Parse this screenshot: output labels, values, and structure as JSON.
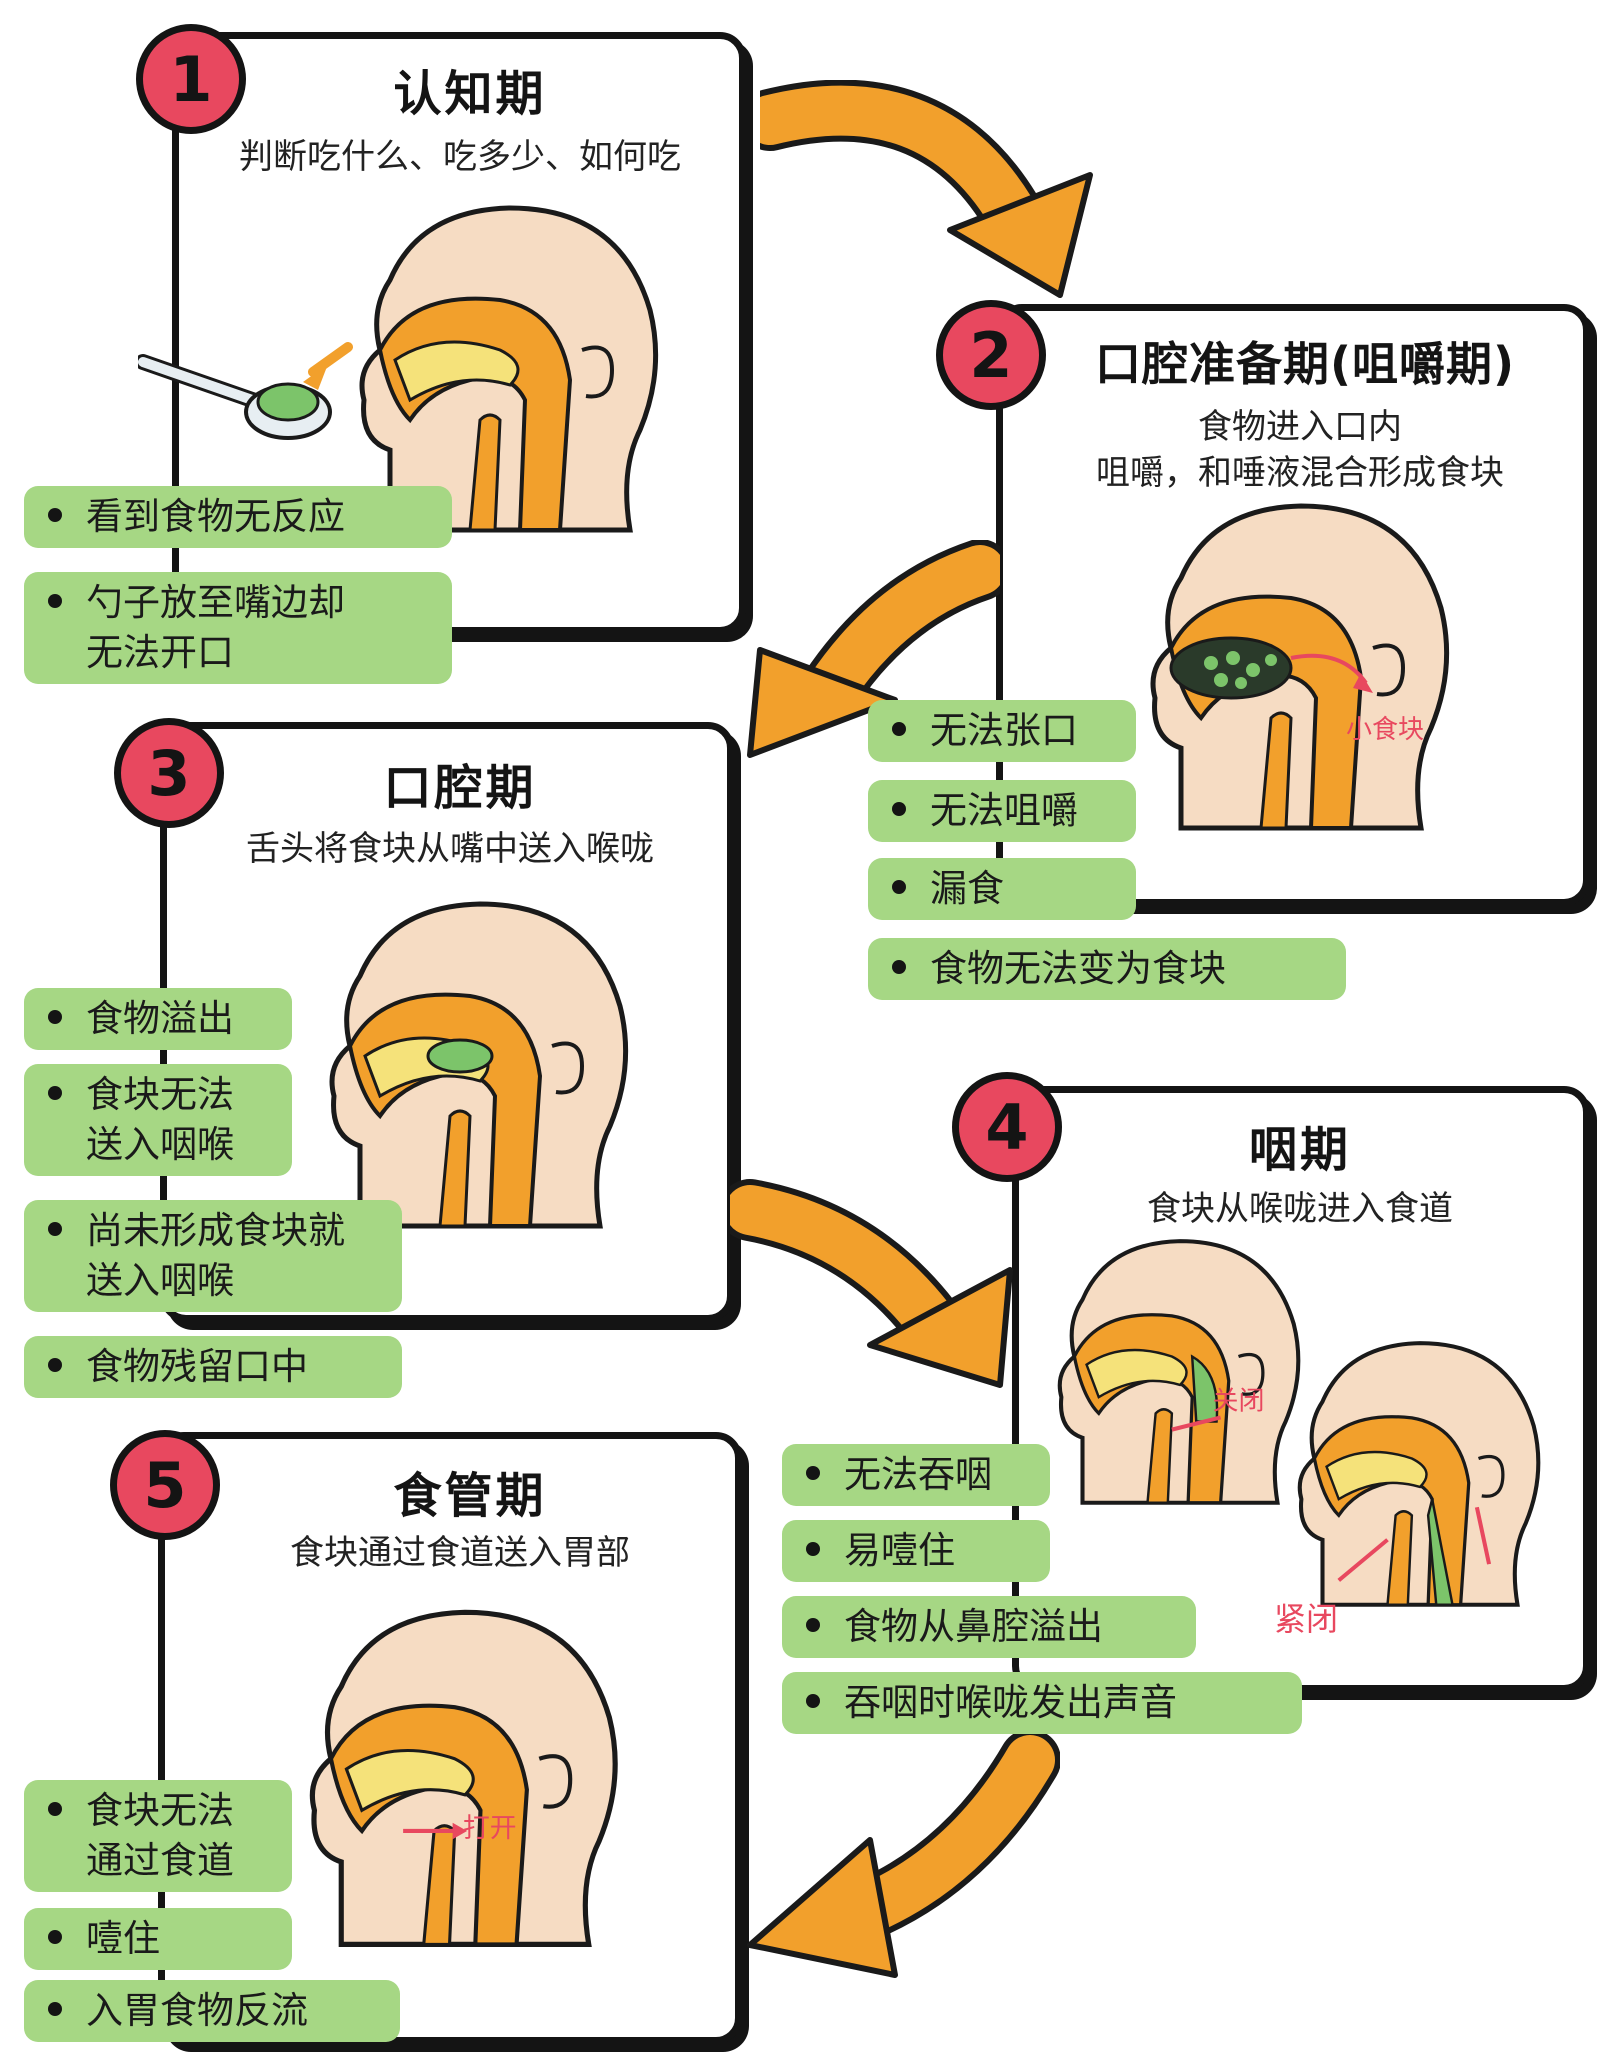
{
  "stages": [
    {
      "number": "1",
      "title": "认知期",
      "subtitle": "判断吃什么、吃多少、如何吃",
      "tags": [
        "看到食物无反应",
        "勺子放至嘴边却\n无法开口"
      ]
    },
    {
      "number": "2",
      "title": "口腔准备期(咀嚼期)",
      "subtitle": "食物进入口内\n咀嚼，和唾液混合形成食块",
      "note": "小食块",
      "tags": [
        "无法张口",
        "无法咀嚼",
        "漏食",
        "食物无法变为食块"
      ]
    },
    {
      "number": "3",
      "title": "口腔期",
      "subtitle": "舌头将食块从嘴中送入喉咙",
      "tags": [
        "食物溢出",
        "食块无法\n送入咽喉",
        "尚未形成食块就\n送入咽喉",
        "食物残留口中"
      ]
    },
    {
      "number": "4",
      "title": "咽期",
      "subtitle": "食块从喉咙进入食道",
      "notes": [
        "关闭",
        "紧闭"
      ],
      "tags": [
        "无法吞咽",
        "易噎住",
        "食物从鼻腔溢出",
        "吞咽时喉咙发出声音"
      ]
    },
    {
      "number": "5",
      "title": "食管期",
      "subtitle": "食块通过食道送入胃部",
      "note": "打开",
      "tags": [
        "食块无法\n通过食道",
        "噎住",
        "入胃食物反流"
      ]
    }
  ],
  "colors": {
    "badge": "#e8485f",
    "tag": "#a6d784",
    "arrow": "#f2a02c",
    "skin": "#f6dcc3",
    "tract": "#f2a02c",
    "tongue": "#f5e27a",
    "food": "#7cc46a",
    "note": "#e8485f"
  },
  "icons": [
    "head-profile-icon",
    "spoon-icon",
    "curved-arrow-icon"
  ]
}
